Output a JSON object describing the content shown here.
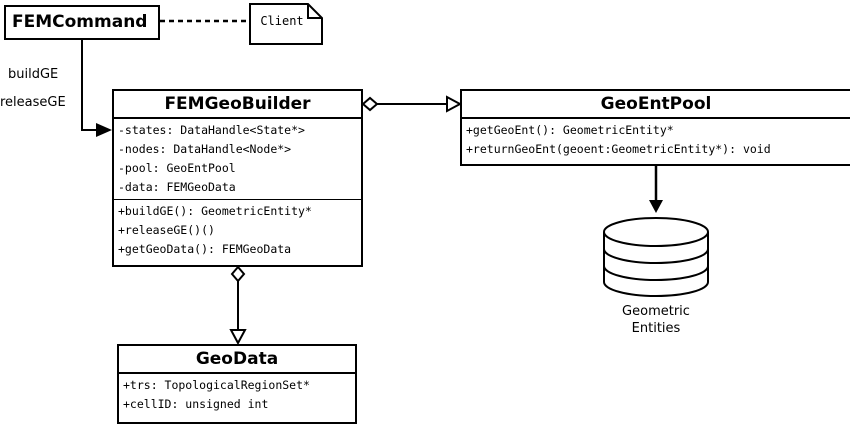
{
  "fem_command": {
    "title": "FEMCommand"
  },
  "client_note": {
    "text": "Client"
  },
  "edge_labels": {
    "build": "buildGE",
    "release": "releaseGE"
  },
  "fem_geo_builder": {
    "title": "FEMGeoBuilder",
    "attributes": [
      "-states: DataHandle<State*>",
      "-nodes: DataHandle<Node*>",
      "-pool: GeoEntPool",
      "-data: FEMGeoData"
    ],
    "operations": [
      "+buildGE(): GeometricEntity*",
      "+releaseGE()()",
      "+getGeoData(): FEMGeoData"
    ]
  },
  "geo_ent_pool": {
    "title": "GeoEntPool",
    "operations": [
      "+getGeoEnt(): GeometricEntity*",
      "+returnGeoEnt(geoent:GeometricEntity*): void"
    ]
  },
  "geo_data": {
    "title": "GeoData",
    "attributes": [
      "+trs: TopologicalRegionSet*",
      "+cellID: unsigned int"
    ]
  },
  "storage": {
    "line1": "Geometric",
    "line2": "Entities"
  }
}
